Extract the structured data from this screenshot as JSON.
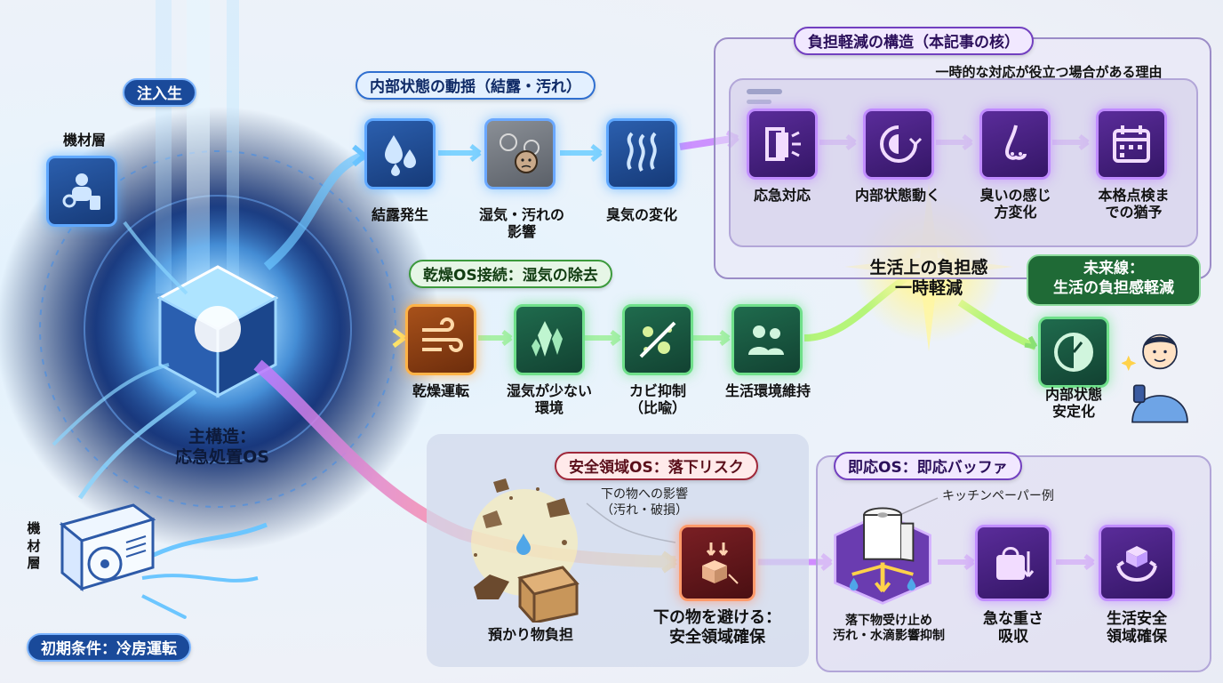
{
  "left": {
    "injection_label": "注入生",
    "equipment_layer_top": "機材層",
    "equipment_layer_bottom": "機\n材\n層",
    "core_label_line1": "主構造：",
    "core_label_line2": "応急処置OS",
    "initial_condition": "初期条件：冷房運転"
  },
  "row1": {
    "title": "内部状態の動揺（結露・汚れ）",
    "items": [
      {
        "label": "結露発生",
        "icon": "water-drops-icon"
      },
      {
        "label": "湿気・汚れの\n影響",
        "icon": "grime-face-icon"
      },
      {
        "label": "臭気の変化",
        "icon": "odor-waves-icon"
      }
    ]
  },
  "burden": {
    "title": "負担軽減の構造（本記事の核）",
    "subtitle": "一時的な対応が役立つ場合がある理由",
    "items": [
      {
        "label": "応急対応",
        "icon": "emergency-door-icon"
      },
      {
        "label": "内部状態動く",
        "icon": "cycle-arrow-icon"
      },
      {
        "label": "臭いの感じ\n方変化",
        "icon": "nose-icon"
      },
      {
        "label": "本格点検ま\nでの猶予",
        "icon": "calendar-icon"
      }
    ]
  },
  "row2": {
    "title": "乾燥OS接続：湿気の除去",
    "items": [
      {
        "label": "乾燥運転",
        "icon": "wind-lines-icon"
      },
      {
        "label": "湿気が少ない\n環境",
        "icon": "crystals-icon"
      },
      {
        "label": "カビ抑制\n（比喩）",
        "icon": "mold-slash-icon"
      },
      {
        "label": "生活環境維持",
        "icon": "people-icon"
      }
    ]
  },
  "center": {
    "relief_label": "生活上の負担感\n一時軽減"
  },
  "future": {
    "title_line1": "未来線：",
    "title_line2": "生活の負担感軽減",
    "item_label": "内部状態\n安定化",
    "icon": "gauge-icon"
  },
  "safety": {
    "title": "安全領域OS：落下リスク",
    "callout": "下の物への影響\n（汚れ・破損）",
    "debris_label": "預かり物負担",
    "tile_label": "下の物を避ける：\n安全領域確保",
    "icon": "falling-box-icon"
  },
  "buffer": {
    "title": "即応OS：即応バッファ",
    "callout": "キッチンペーパー例",
    "items": [
      {
        "label": "落下物受け止め\n汚れ・水滴影響抑制",
        "icon": "paper-roll-icon"
      },
      {
        "label": "急な重さ\n吸収",
        "icon": "weight-bag-icon"
      },
      {
        "label": "生活安全\n領域確保",
        "icon": "hands-cube-icon"
      }
    ]
  },
  "colors": {
    "blue": "#2f6fd0",
    "green": "#3c9a3c",
    "purple": "#7240c0",
    "maroon": "#a0283a",
    "glow_yellow": "#fff27a"
  }
}
